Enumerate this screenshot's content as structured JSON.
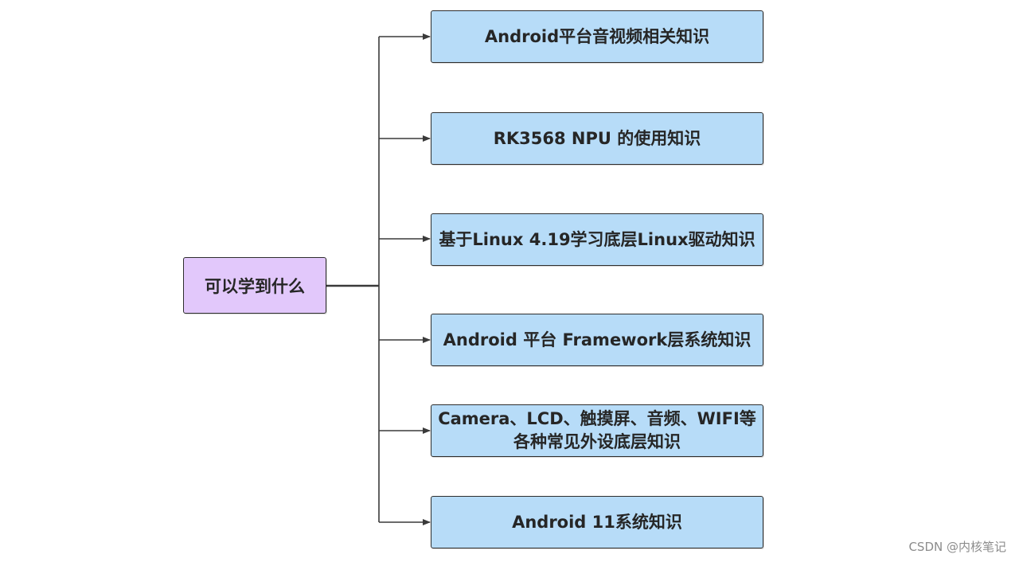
{
  "root": {
    "label": "可以学到什么"
  },
  "children": [
    {
      "label": "Android平台音视频相关知识"
    },
    {
      "label": "RK3568 NPU 的使用知识"
    },
    {
      "label": "基于Linux 4.19学习底层Linux驱动知识"
    },
    {
      "label": "Android 平台 Framework层系统知识"
    },
    {
      "label": "Camera、LCD、触摸屏、音频、WIFI等各种常见外设底层知识"
    },
    {
      "label": "Android 11系统知识"
    }
  ],
  "watermark": "CSDN @内核笔记",
  "colors": {
    "root_fill": "#e2c8fb",
    "child_fill": "#b7dcf8",
    "border": "#2e2e2e",
    "connector": "#3a3a3a"
  }
}
